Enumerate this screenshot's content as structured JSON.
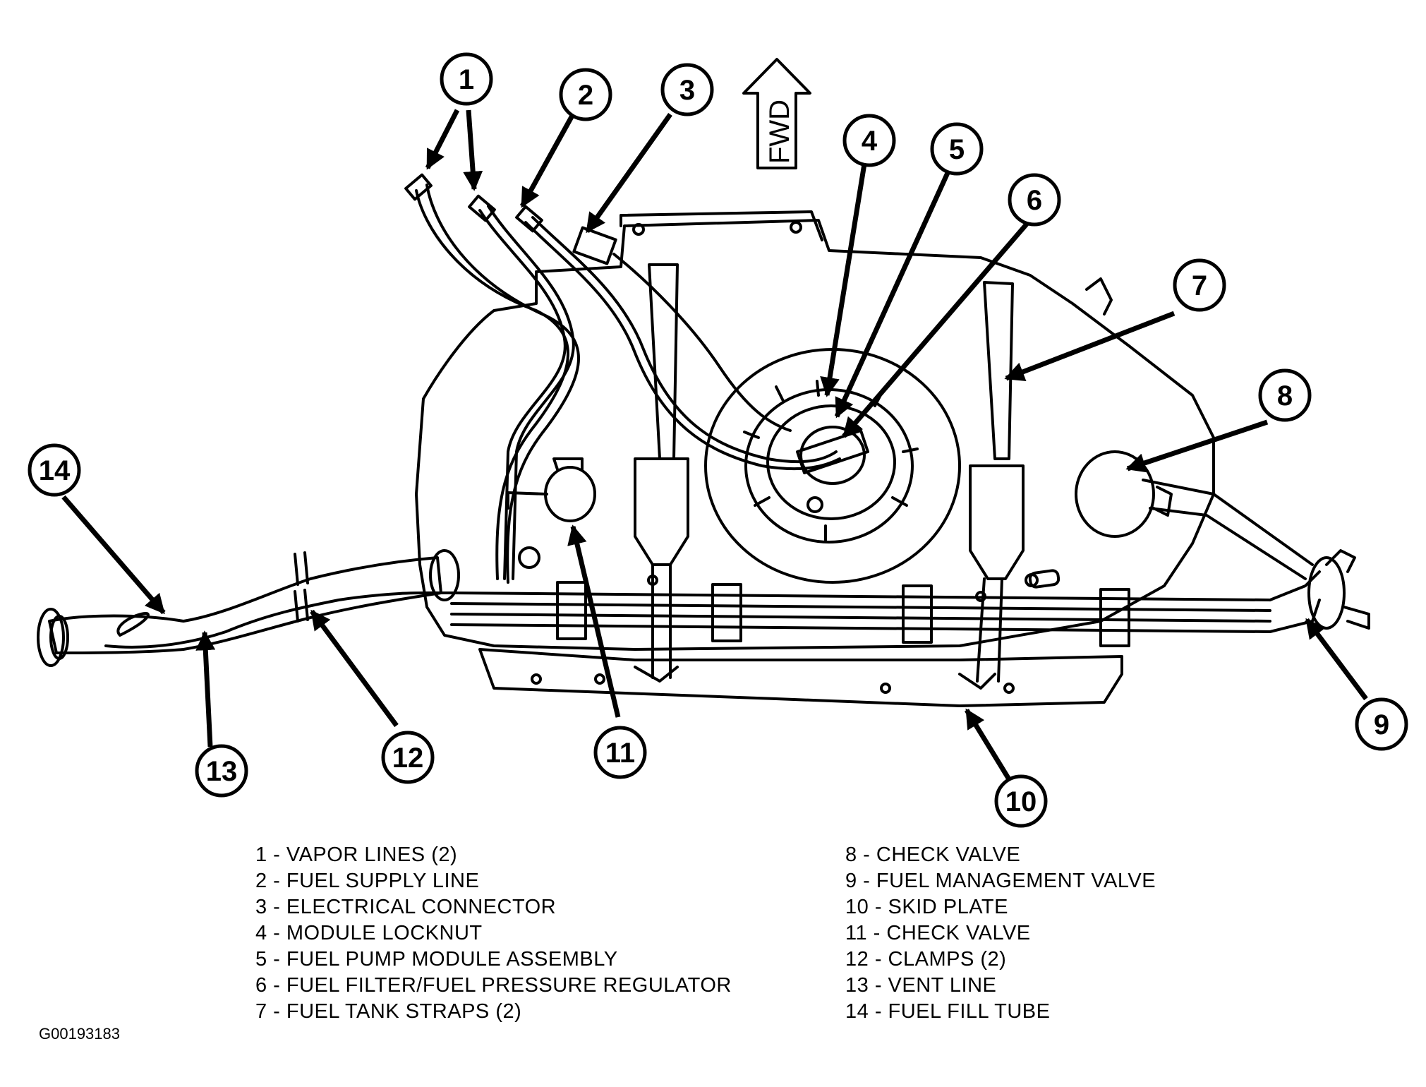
{
  "callouts": [
    "1",
    "2",
    "3",
    "4",
    "5",
    "6",
    "7",
    "8",
    "9",
    "10",
    "11",
    "12",
    "13",
    "14"
  ],
  "direction_label": "FWD",
  "legend_left": [
    "1 - VAPOR LINES (2)",
    "2 - FUEL SUPPLY LINE",
    "3 - ELECTRICAL CONNECTOR",
    "4 - MODULE LOCKNUT",
    "5 - FUEL PUMP MODULE ASSEMBLY",
    "6 - FUEL FILTER/FUEL PRESSURE REGULATOR",
    "7 - FUEL TANK STRAPS (2)"
  ],
  "legend_right": [
    "8 - CHECK VALVE",
    "9 - FUEL MANAGEMENT VALVE",
    "10 - SKID PLATE",
    "11 - CHECK VALVE",
    "12 - CLAMPS (2)",
    "13 - VENT LINE",
    "14 - FUEL FILL TUBE"
  ],
  "figure_id": "G00193183",
  "colors": {
    "ink": "#000000",
    "paper": "#ffffff"
  }
}
